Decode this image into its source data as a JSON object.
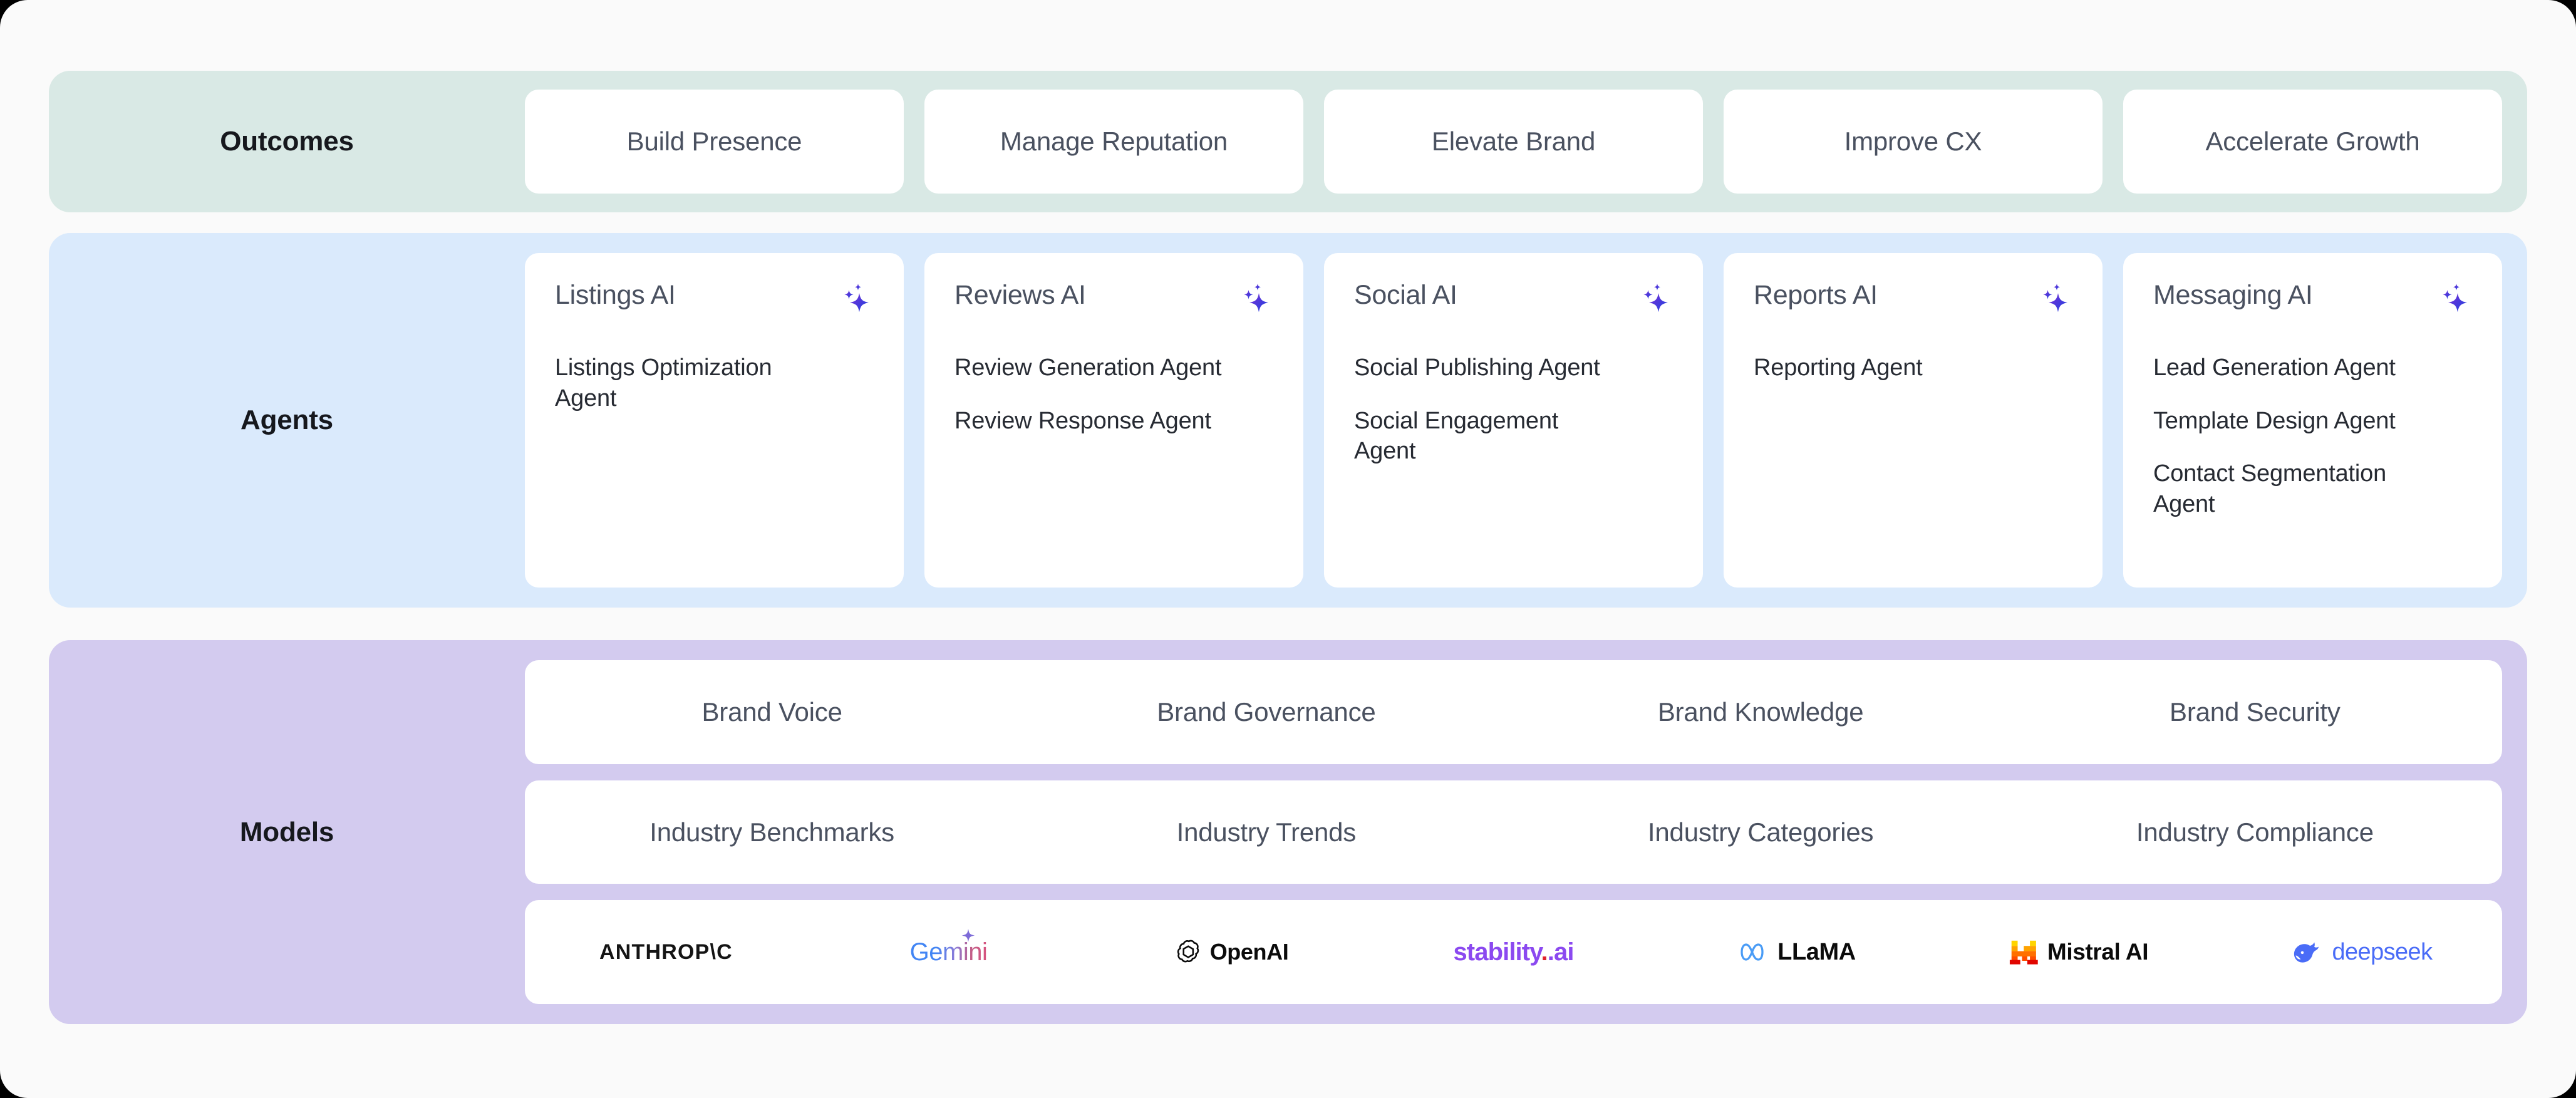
{
  "rows": {
    "outcomes": {
      "label": "Outcomes",
      "band_color": "#d9e9e5",
      "cards": [
        {
          "label": "Build Presence"
        },
        {
          "label": "Manage Reputation"
        },
        {
          "label": "Elevate Brand"
        },
        {
          "label": "Improve CX"
        },
        {
          "label": "Accelerate Growth"
        }
      ]
    },
    "agents": {
      "label": "Agents",
      "band_color": "#daeafc",
      "icon": "sparkle-icon",
      "cards": [
        {
          "title": "Listings AI",
          "agents": [
            "Listings Optimization Agent"
          ]
        },
        {
          "title": "Reviews AI",
          "agents": [
            "Review Generation Agent",
            "Review Response Agent"
          ]
        },
        {
          "title": "Social AI",
          "agents": [
            "Social Publishing Agent",
            "Social Engagement Agent"
          ]
        },
        {
          "title": "Reports AI",
          "agents": [
            "Reporting Agent"
          ]
        },
        {
          "title": "Messaging AI",
          "agents": [
            "Lead Generation Agent",
            "Template Design Agent",
            "Contact Segmentation Agent"
          ]
        }
      ]
    },
    "models": {
      "label": "Models",
      "band_color": "#d3cbef",
      "brand_row": [
        "Brand Voice",
        "Brand Governance",
        "Brand Knowledge",
        "Brand Security"
      ],
      "industry_row": [
        "Industry Benchmarks",
        "Industry Trends",
        "Industry Categories",
        "Industry Compliance"
      ],
      "providers": [
        {
          "name": "ANTHROP\\C",
          "icon": "anthropic-wordmark",
          "color": "#141414"
        },
        {
          "name": "Gemini",
          "icon": "gemini-logo",
          "color": "#4285f4"
        },
        {
          "name": "OpenAI",
          "icon": "openai-logo",
          "color": "#0b0b0b"
        },
        {
          "name": "stability",
          "suffix": ".ai",
          "dot": ".",
          "icon": "stability-ai-wordmark",
          "color": "#8b49f0"
        },
        {
          "name": "LLaMA",
          "icon": "meta-llama-logo",
          "color": "#4a9cf6"
        },
        {
          "name": "Mistral AI",
          "icon": "mistral-logo",
          "color": "#0b0b0b"
        },
        {
          "name": "deepseek",
          "icon": "deepseek-whale-logo",
          "color": "#4a6cf7"
        }
      ]
    }
  }
}
